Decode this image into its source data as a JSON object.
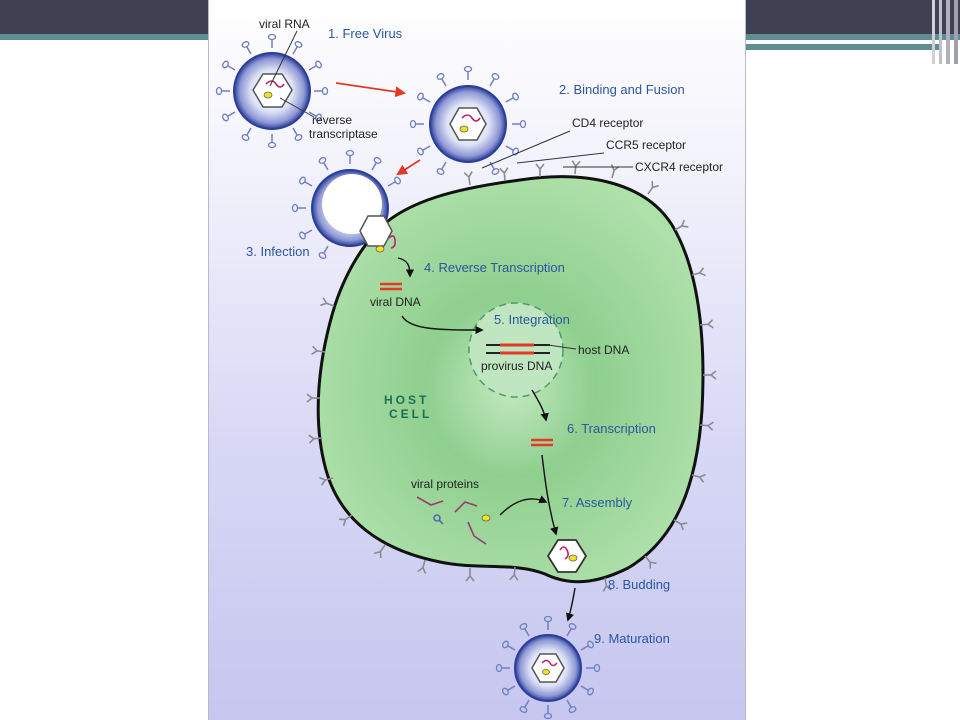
{
  "steps": {
    "s1": "1. Free Virus",
    "s2": "2. Binding and Fusion",
    "s3": "3. Infection",
    "s4": "4. Reverse Transcription",
    "s5": "5. Integration",
    "s6": "6. Transcription",
    "s7": "7. Assembly",
    "s8": "8. Budding",
    "s9": "9. Maturation"
  },
  "labels": {
    "viral_rna": "viral RNA",
    "reverse": "reverse",
    "transcriptase": "transcriptase",
    "cd4": "CD4 receptor",
    "ccr5": "CCR5 receptor",
    "cxcr4": "CXCR4 receptor",
    "viral_dna": "viral DNA",
    "host_dna": "host DNA",
    "provirus_dna": "provirus DNA",
    "host": "HOST",
    "cell": "CELL",
    "viral_proteins": "viral proteins"
  },
  "colors": {
    "cell_fill": "#a9dca6",
    "virus_blue": "#2b3f9a",
    "step_text": "#2a57a0",
    "dna_red": "#e23a25"
  }
}
